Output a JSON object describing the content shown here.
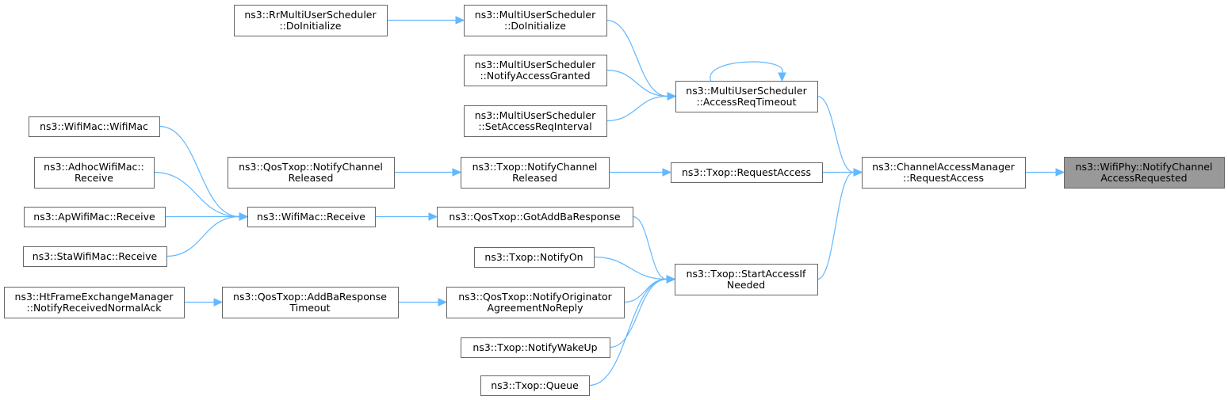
{
  "colors": {
    "edge": "#63b8ff",
    "node_border": "#666666",
    "node_fill": "#ffffff",
    "root_fill": "#999999",
    "text": "#000000"
  },
  "nodes": [
    {
      "id": "root",
      "lines": [
        "ns3::WifiPhy::NotifyChannel",
        "AccessRequested"
      ],
      "highlighted": true
    },
    {
      "id": "cam_request",
      "lines": [
        "ns3::ChannelAccessManager",
        "::RequestAccess"
      ]
    },
    {
      "id": "mus_accessreqtimeout",
      "lines": [
        "ns3::MultiUserScheduler",
        "::AccessReqTimeout"
      ]
    },
    {
      "id": "txop_requestaccess",
      "lines": [
        "ns3::Txop::RequestAccess"
      ]
    },
    {
      "id": "txop_startaccessifneeded",
      "lines": [
        "ns3::Txop::StartAccessIf",
        "Needed"
      ]
    },
    {
      "id": "mus_doinitialize",
      "lines": [
        "ns3::MultiUserScheduler",
        "::DoInitialize"
      ]
    },
    {
      "id": "mus_notifyaccessgranted",
      "lines": [
        "ns3::MultiUserScheduler",
        "::NotifyAccessGranted"
      ]
    },
    {
      "id": "mus_setaccessreqinterval",
      "lines": [
        "ns3::MultiUserScheduler",
        "::SetAccessReqInterval"
      ]
    },
    {
      "id": "rr_doinitialize",
      "lines": [
        "ns3::RrMultiUserScheduler",
        "::DoInitialize"
      ]
    },
    {
      "id": "txop_notifychannelreleased",
      "lines": [
        "ns3::Txop::NotifyChannel",
        "Released"
      ]
    },
    {
      "id": "qostxop_notifychannelreleased",
      "lines": [
        "ns3::QosTxop::NotifyChannel",
        "Released"
      ]
    },
    {
      "id": "qostxop_gotaddbaresponse",
      "lines": [
        "ns3::QosTxop::GotAddBaResponse"
      ]
    },
    {
      "id": "txop_notifyon",
      "lines": [
        "ns3::Txop::NotifyOn"
      ]
    },
    {
      "id": "qostxop_notifyoriginator",
      "lines": [
        "ns3::QosTxop::NotifyOriginator",
        "AgreementNoReply"
      ]
    },
    {
      "id": "txop_notifywakeup",
      "lines": [
        "ns3::Txop::NotifyWakeUp"
      ]
    },
    {
      "id": "txop_queue",
      "lines": [
        "ns3::Txop::Queue"
      ]
    },
    {
      "id": "wifimac_receive",
      "lines": [
        "ns3::WifiMac::Receive"
      ]
    },
    {
      "id": "wifimac_wifimac",
      "lines": [
        "ns3::WifiMac::WifiMac"
      ]
    },
    {
      "id": "adhoc_receive",
      "lines": [
        "ns3::AdhocWifiMac::",
        "Receive"
      ]
    },
    {
      "id": "ap_receive",
      "lines": [
        "ns3::ApWifiMac::Receive"
      ]
    },
    {
      "id": "sta_receive",
      "lines": [
        "ns3::StaWifiMac::Receive"
      ]
    },
    {
      "id": "qostxop_addbaresponsetimeout",
      "lines": [
        "ns3::QosTxop::AddBaResponse",
        "Timeout"
      ]
    },
    {
      "id": "htfem_notifyreceivednormalack",
      "lines": [
        "ns3::HtFrameExchangeManager",
        "::NotifyReceivedNormalAck"
      ]
    }
  ],
  "edges": [
    {
      "from": "cam_request",
      "to": "root"
    },
    {
      "from": "mus_accessreqtimeout",
      "to": "cam_request"
    },
    {
      "from": "txop_requestaccess",
      "to": "cam_request"
    },
    {
      "from": "txop_startaccessifneeded",
      "to": "cam_request"
    },
    {
      "from": "mus_doinitialize",
      "to": "mus_accessreqtimeout"
    },
    {
      "from": "mus_notifyaccessgranted",
      "to": "mus_accessreqtimeout"
    },
    {
      "from": "mus_setaccessreqinterval",
      "to": "mus_accessreqtimeout"
    },
    {
      "from": "mus_accessreqtimeout",
      "to": "mus_accessreqtimeout"
    },
    {
      "from": "rr_doinitialize",
      "to": "mus_doinitialize"
    },
    {
      "from": "txop_notifychannelreleased",
      "to": "txop_requestaccess"
    },
    {
      "from": "qostxop_notifychannelreleased",
      "to": "txop_notifychannelreleased"
    },
    {
      "from": "qostxop_gotaddbaresponse",
      "to": "txop_startaccessifneeded"
    },
    {
      "from": "txop_notifyon",
      "to": "txop_startaccessifneeded"
    },
    {
      "from": "qostxop_notifyoriginator",
      "to": "txop_startaccessifneeded"
    },
    {
      "from": "txop_notifywakeup",
      "to": "txop_startaccessifneeded"
    },
    {
      "from": "txop_queue",
      "to": "txop_startaccessifneeded"
    },
    {
      "from": "wifimac_receive",
      "to": "qostxop_gotaddbaresponse"
    },
    {
      "from": "wifimac_wifimac",
      "to": "wifimac_receive"
    },
    {
      "from": "adhoc_receive",
      "to": "wifimac_receive"
    },
    {
      "from": "ap_receive",
      "to": "wifimac_receive"
    },
    {
      "from": "sta_receive",
      "to": "wifimac_receive"
    },
    {
      "from": "qostxop_addbaresponsetimeout",
      "to": "qostxop_notifyoriginator"
    },
    {
      "from": "htfem_notifyreceivednormalack",
      "to": "qostxop_addbaresponsetimeout"
    }
  ]
}
